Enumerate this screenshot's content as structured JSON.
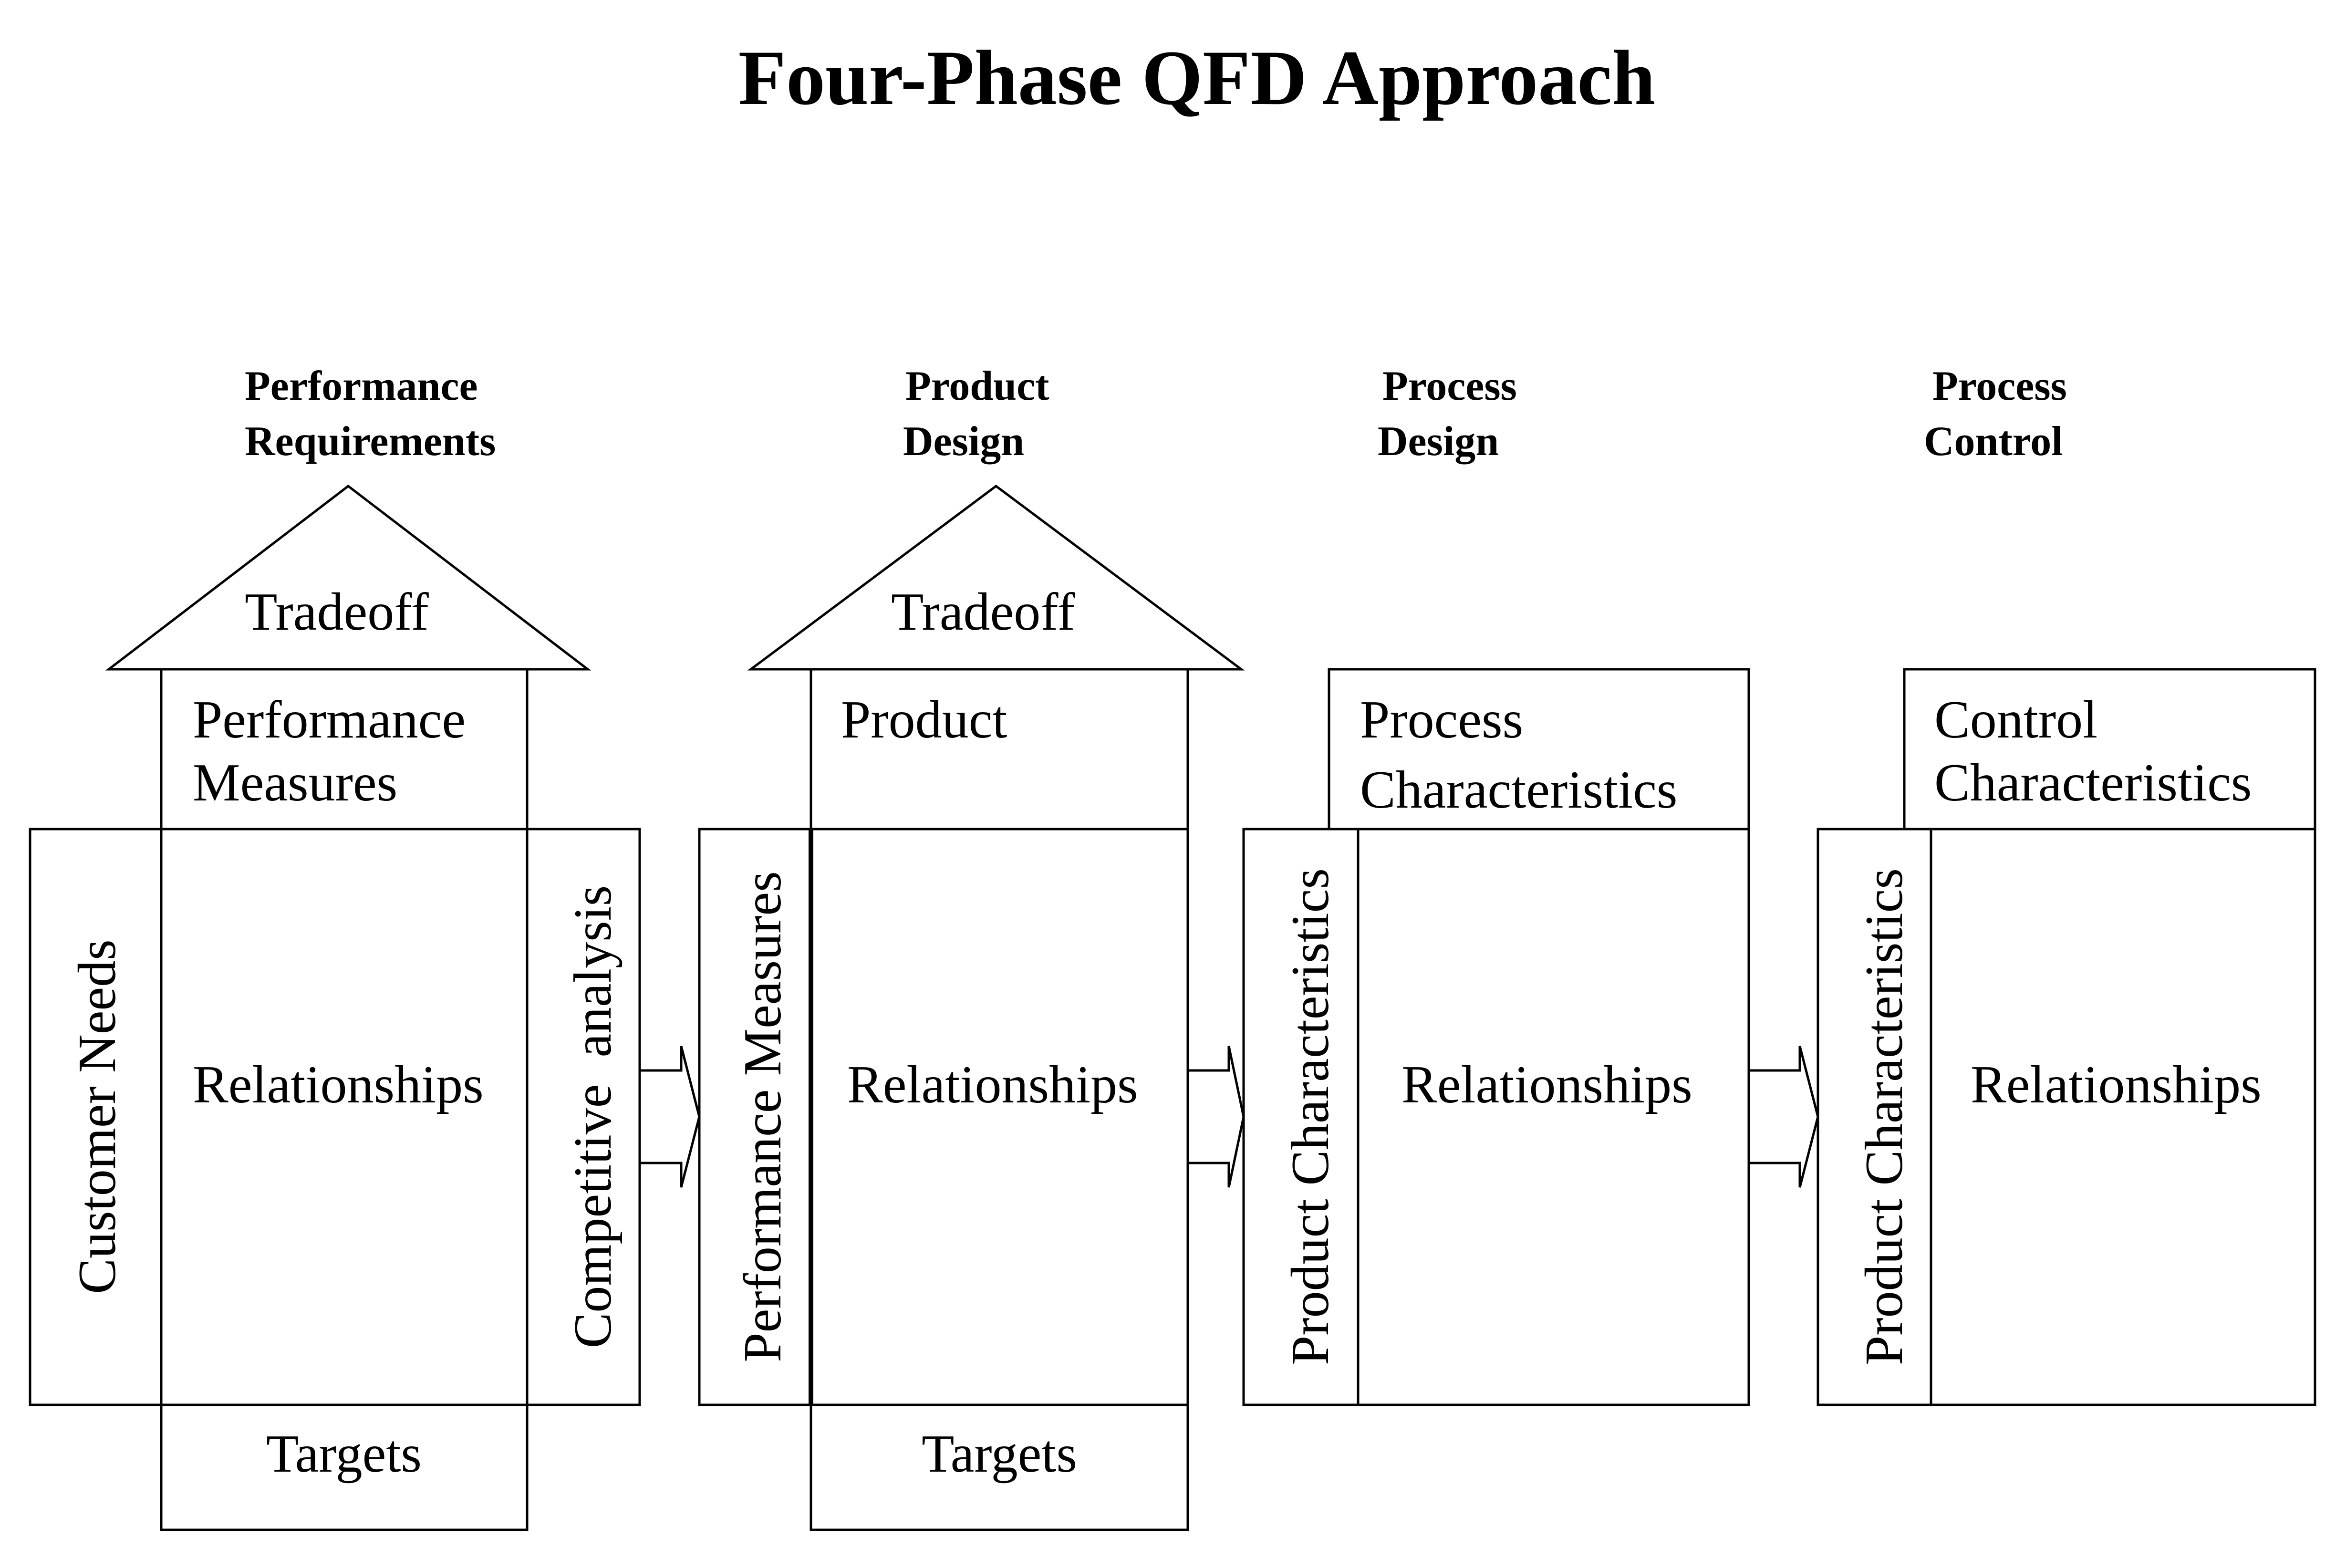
{
  "title": "Four-Phase QFD Approach",
  "phases": [
    {
      "heading": [
        "Performance",
        "Requirements"
      ],
      "roof": "Tradeoff",
      "top": [
        "Performance",
        "Measures"
      ],
      "side": "Customer Needs",
      "center": "Relationships",
      "right": "Competitive  analysis",
      "bottom": "Targets"
    },
    {
      "heading": [
        "Product",
        "Design"
      ],
      "roof": "Tradeoff",
      "top": [
        "Product"
      ],
      "side": "Performance Measures",
      "center": "Relationships",
      "bottom": "Targets"
    },
    {
      "heading": [
        "Process",
        "Design"
      ],
      "top": [
        "Process",
        "Characteristics"
      ],
      "side": "Product Characteristics",
      "center": "Relationships"
    },
    {
      "heading": [
        "Process",
        "Control"
      ],
      "top": [
        "Control",
        "Characteristics"
      ],
      "side": "Product Characteristics",
      "center": "Relationships"
    }
  ]
}
